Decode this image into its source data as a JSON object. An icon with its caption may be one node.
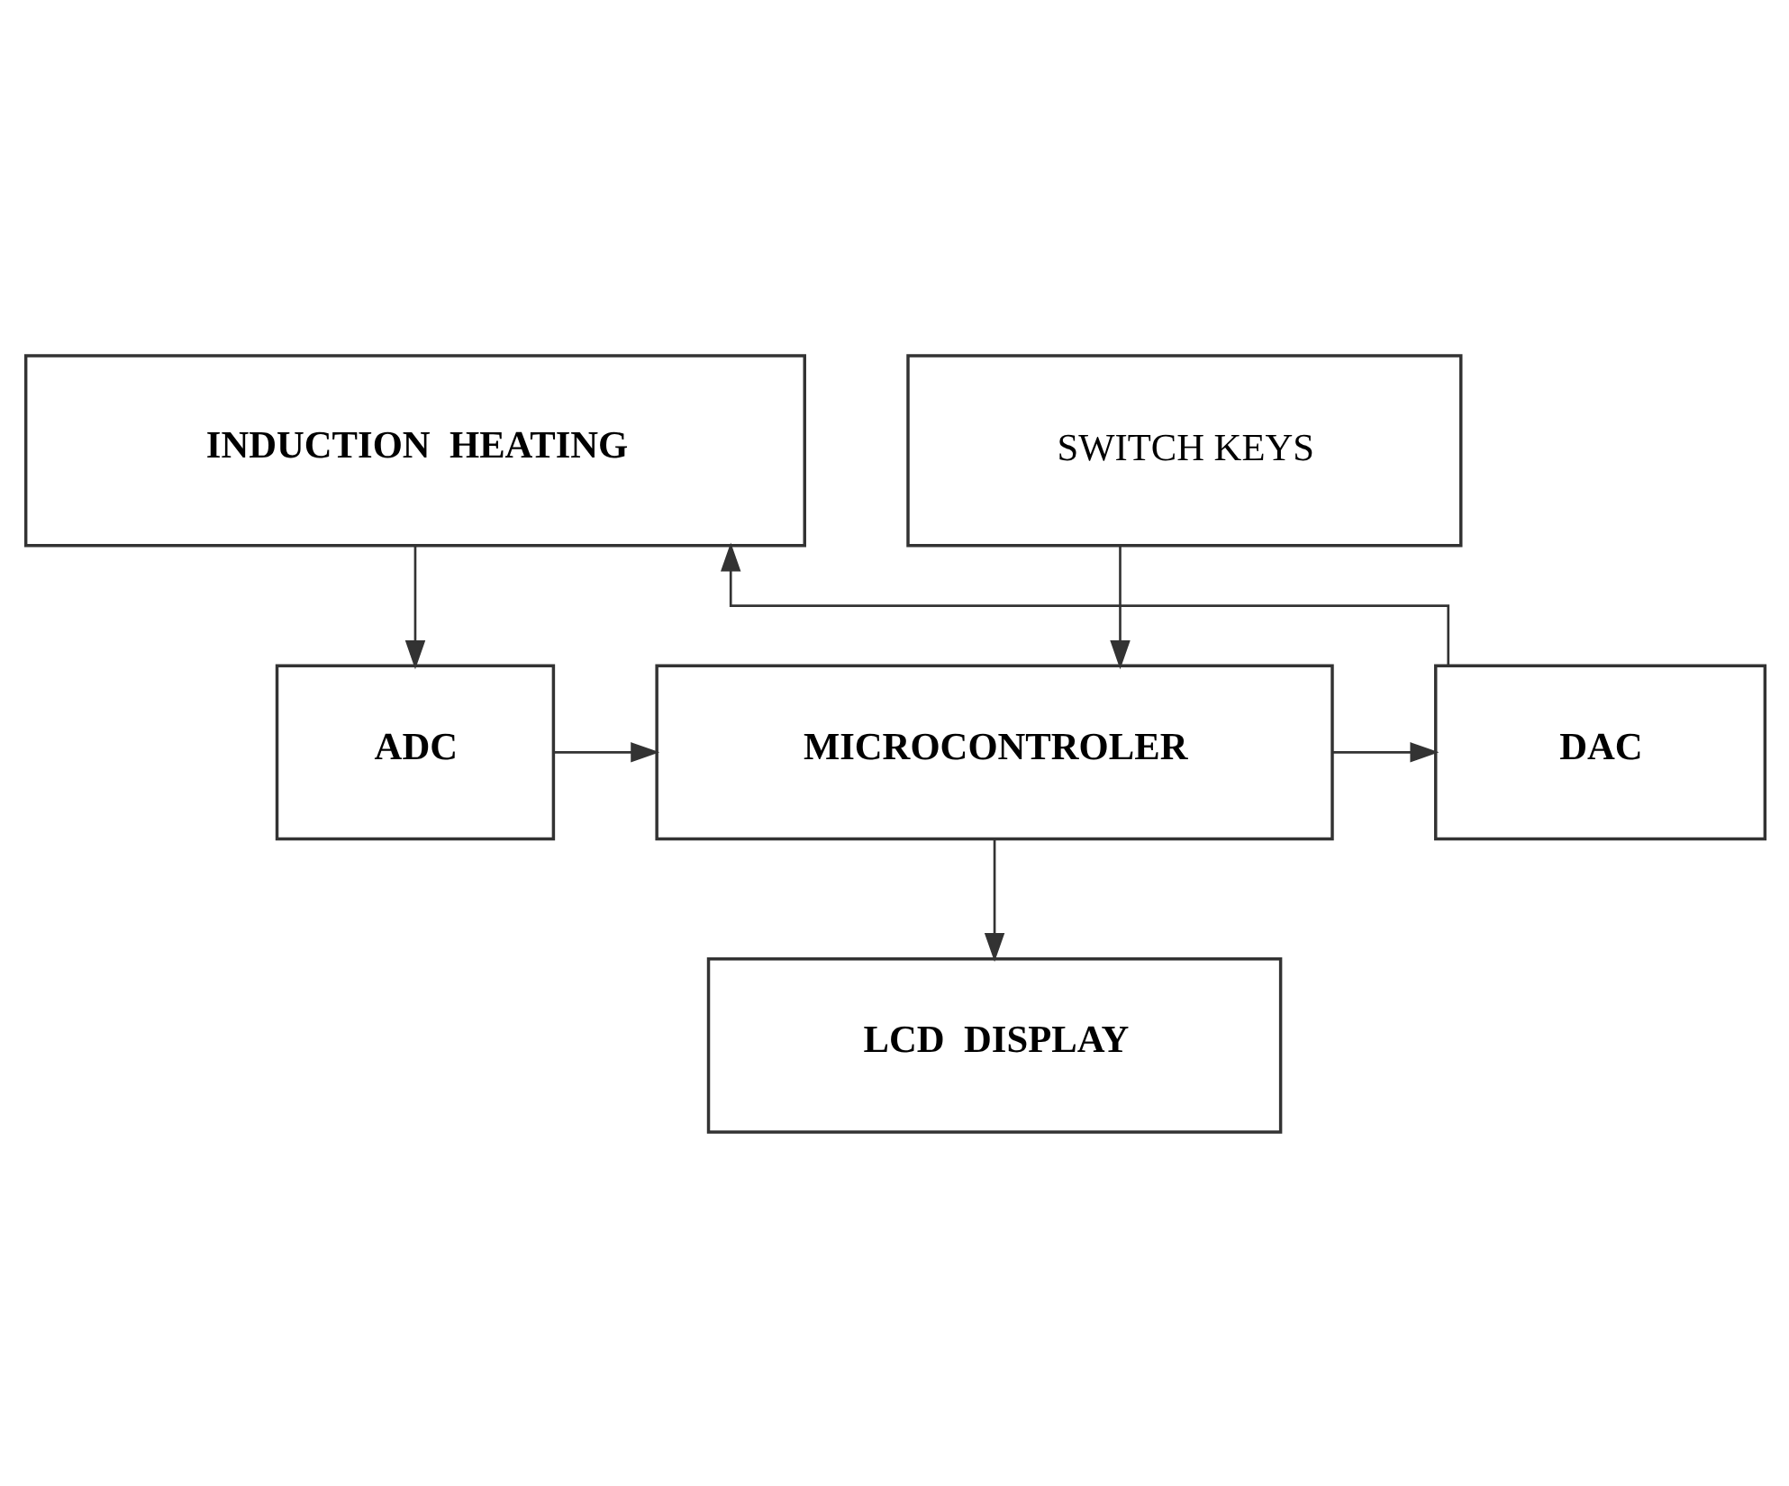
{
  "diagram": {
    "nodes": [
      {
        "text": [
          "INDUCTION  HEATING"
        ]
      },
      {
        "text": [
          "LCD  DISPLAY"
        ]
      },
      {
        "text": [
          "ADC"
        ]
      },
      {
        "text": [
          "MICROCONTROLER"
        ]
      },
      {
        "text": [
          "DAC"
        ]
      },
      {
        "text": [
          "SWITCH KEYS"
        ]
      }
    ],
    "edges": [
      {
        "from": 0,
        "to": 2,
        "arrow": "to"
      },
      {
        "from": 2,
        "to": 3,
        "arrow": "to"
      },
      {
        "from": 3,
        "to": 1,
        "arrow": "to"
      },
      {
        "from": 3,
        "to": 4,
        "arrow": "to"
      },
      {
        "from": 4,
        "to": 0,
        "arrow": "to"
      },
      {
        "from": 5,
        "to": 3,
        "arrow": "to"
      }
    ]
  }
}
